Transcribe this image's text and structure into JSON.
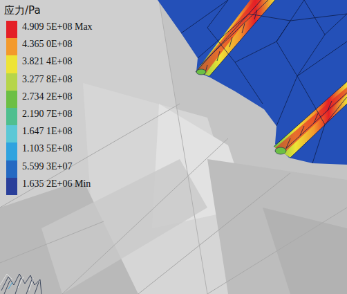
{
  "diagram": {
    "labels": [
      "应力/Pa"
    ],
    "legend": [
      {
        "text": "4.909 5E+08 Max",
        "color": "#e41f26"
      },
      {
        "text": "4.365 0E+08",
        "color": "#f39a2c"
      },
      {
        "text": "3.821 4E+08",
        "color": "#eee436"
      },
      {
        "text": "3.277 8E+08",
        "color": "#b6d54a"
      },
      {
        "text": "2.734 2E+08",
        "color": "#6cbf44"
      },
      {
        "text": "2.190 7E+08",
        "color": "#4fbf8f"
      },
      {
        "text": "1.647 1E+08",
        "color": "#5bc8d6"
      },
      {
        "text": "1.103 5E+08",
        "color": "#2fa3df"
      },
      {
        "text": "5.599 3E+07",
        "color": "#2469c2"
      },
      {
        "text": "1.635 2E+06 Min",
        "color": "#2a3f9a"
      }
    ]
  }
}
